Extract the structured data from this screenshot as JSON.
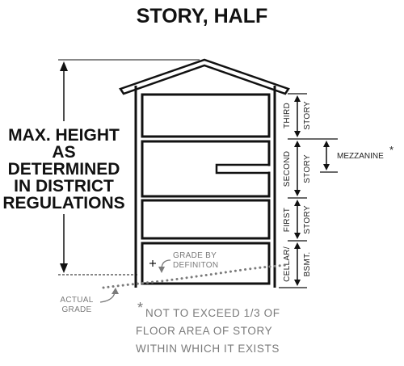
{
  "title": "STORY, HALF",
  "max_height_label": [
    "MAX. HEIGHT",
    "AS",
    "DETERMINED",
    "IN DISTRICT",
    "REGULATIONS"
  ],
  "stories": {
    "third": [
      "THIRD",
      "STORY"
    ],
    "second": [
      "SECOND",
      "STORY"
    ],
    "first": [
      "FIRST",
      "STORY"
    ],
    "cellar": [
      "CELLAR/",
      "BSMT."
    ]
  },
  "mezzanine": {
    "label": "MEZZANINE",
    "mark": "*"
  },
  "grade_by_definition": [
    "GRADE BY",
    "DEFINITON"
  ],
  "actual_grade": [
    "ACTUAL",
    "GRADE"
  ],
  "footnote": {
    "mark": "*",
    "lines": [
      "NOT TO EXCEED 1/3 OF",
      "FLOOR AREA OF STORY",
      "WITHIN WHICH IT EXISTS"
    ]
  },
  "colors": {
    "ink": "#111111",
    "gray": "#7a7a7a"
  }
}
